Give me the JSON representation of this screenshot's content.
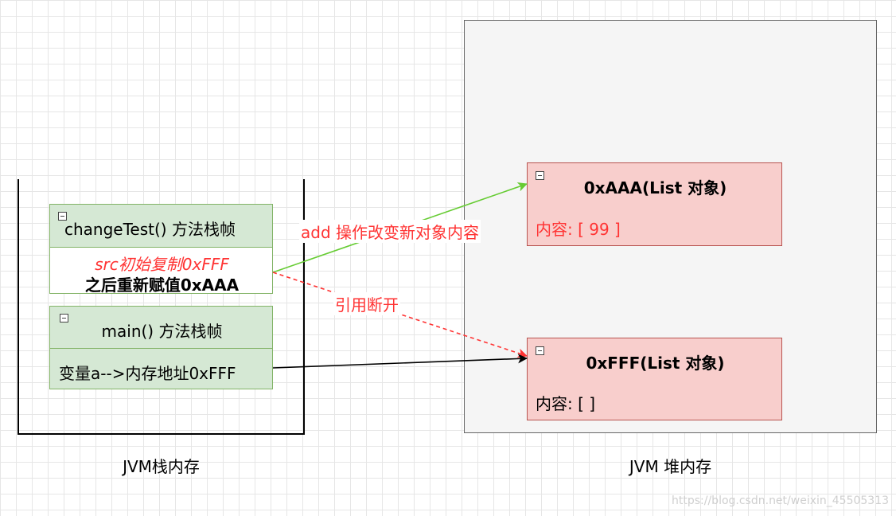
{
  "stack": {
    "caption": "JVM栈内存",
    "change_frame": {
      "title": "changeTest() 方法栈帧",
      "line1": "src初始复制0xFFF",
      "line2": "之后重新赋值0xAAA"
    },
    "main_frame": {
      "title": "main() 方法栈帧",
      "body": "变量a-->内存地址0xFFF"
    }
  },
  "heap": {
    "caption": "JVM 堆内存",
    "obj_aaa": {
      "title": "0xAAA(List 对象)",
      "content": "内容: [ 99 ]"
    },
    "obj_fff": {
      "title": "0xFFF(List 对象)",
      "content": "内容: [  ]"
    }
  },
  "arrows": {
    "add_label": "add 操作改变新对象内容",
    "break_label": "引用断开"
  },
  "watermark": "https://blog.csdn.net/weixin_45505313",
  "colors": {
    "frame_fill": "#d5e8d4",
    "object_fill": "#f8cecc",
    "heap_fill": "#f5f5f5",
    "green_arrow": "#66cc33",
    "red_arrow": "#ff3333",
    "red_text": "#ff3333"
  }
}
